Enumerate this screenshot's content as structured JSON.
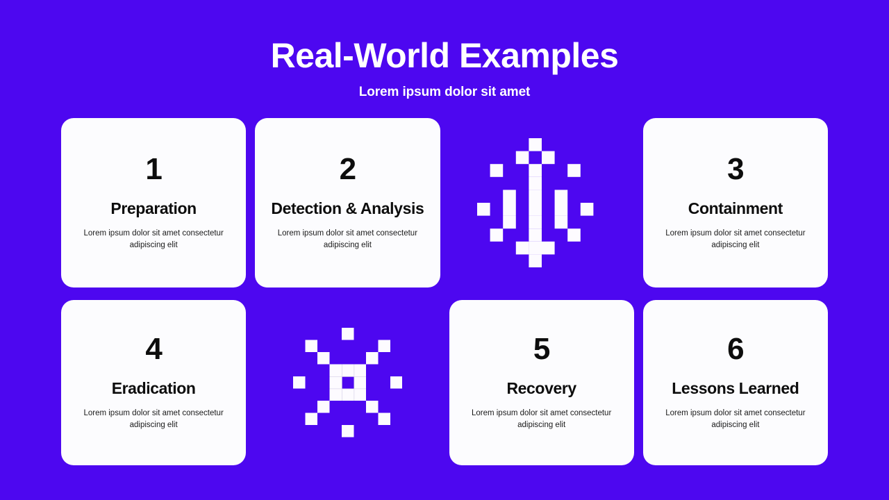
{
  "slide": {
    "background_color": "#4d07f0",
    "card_color": "#fcfcfe",
    "text_color": "#0d0d0d",
    "title": "Real-World Examples",
    "subtitle": "Lorem ipsum dolor sit amet"
  },
  "cards": [
    {
      "number": "1",
      "title": "Preparation",
      "description": "Lorem ipsum dolor sit amet consectetur adipiscing elit"
    },
    {
      "number": "2",
      "title": "Detection & Analysis",
      "description": "Lorem ipsum dolor sit amet consectetur adipiscing elit"
    },
    {
      "number": "3",
      "title": "Containment",
      "description": "Lorem ipsum dolor sit amet consectetur adipiscing elit"
    },
    {
      "number": "4",
      "title": "Eradication",
      "description": "Lorem ipsum dolor sit amet consectetur adipiscing elit"
    },
    {
      "number": "5",
      "title": "Recovery",
      "description": "Lorem ipsum dolor sit amet consectetur adipiscing elit"
    },
    {
      "number": "6",
      "title": "Lessons Learned",
      "description": "Lorem ipsum dolor sit amet consectetur adipiscing elit"
    }
  ],
  "decorations": [
    {
      "name": "pixel-compass-star-icon",
      "grid_columns": 10,
      "grid_rows": 10,
      "cell": 18.6,
      "color": "#fdfbff",
      "cells": [
        [
          4,
          0
        ],
        [
          3,
          1
        ],
        [
          5,
          1
        ],
        [
          4,
          2
        ],
        [
          1,
          2
        ],
        [
          7,
          2
        ],
        [
          4,
          3
        ],
        [
          2,
          4
        ],
        [
          4,
          4
        ],
        [
          6,
          4
        ],
        [
          0,
          5
        ],
        [
          2,
          5
        ],
        [
          4,
          5
        ],
        [
          6,
          5
        ],
        [
          8,
          5
        ],
        [
          2,
          6
        ],
        [
          4,
          6
        ],
        [
          6,
          6
        ],
        [
          4,
          7
        ],
        [
          1,
          7
        ],
        [
          7,
          7
        ],
        [
          4,
          8
        ],
        [
          3,
          8
        ],
        [
          5,
          8
        ],
        [
          4,
          9
        ]
      ]
    },
    {
      "name": "pixel-sun-burst-icon",
      "grid_columns": 9,
      "grid_rows": 9,
      "cell": 17.5,
      "color": "#fdfbff",
      "center_hollow": true
    }
  ]
}
